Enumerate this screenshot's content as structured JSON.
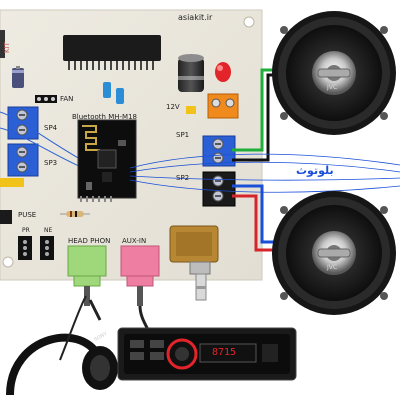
{
  "board": {
    "brand": "asiakit.ir",
    "brand_side": "KIT",
    "module_label": "Bluetooth  MH-M18",
    "labels": {
      "fan": "FAN",
      "sp4": "SP4",
      "sp3": "SP3",
      "sp1": "SP1",
      "sp2": "SP2",
      "v12": "12V",
      "puse": "PUSE",
      "pr": "PR",
      "ne": "NE",
      "head_phone": "HEAD PHON",
      "aux_in": "AUX-IN"
    }
  },
  "wire_label": "بلوتوث",
  "speaker_brand": "JVC",
  "headphone_brand": "SONY",
  "car_radio": {
    "display": "8715"
  },
  "colors": {
    "board": "#e9e6dc",
    "blue_terminal": "#2a5fd6",
    "green_jack": "#9fd87a",
    "pink_jack": "#ee7fa3",
    "wire_blue": "#1a4fd8",
    "wire_green": "#1fae3a",
    "wire_red": "#d6252a",
    "radio_red": "#e3242b"
  },
  "icons": [
    "speaker-icon",
    "headphone-icon",
    "car-radio-icon",
    "bluetooth-module-icon",
    "potentiometer-icon"
  ]
}
